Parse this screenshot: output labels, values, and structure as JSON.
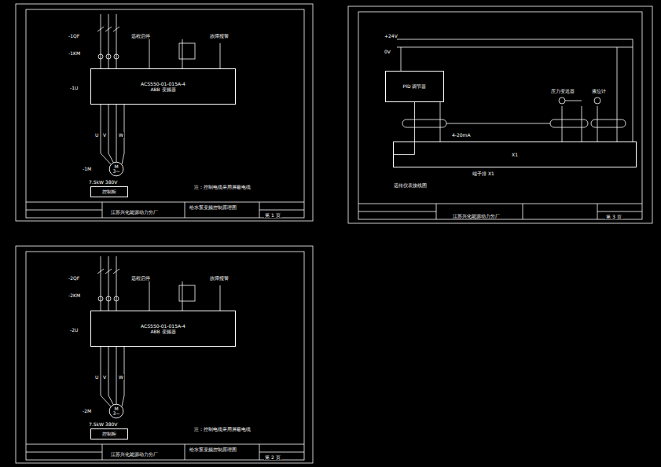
{
  "diagram": {
    "nodes": [
      {
        "text": [
          "ACS550-01-015A-4",
          "ABB 变频器"
        ]
      },
      {
        "text": [
          "M",
          "3~"
        ]
      },
      {
        "text": [
          "控制柜"
        ]
      },
      {
        "text": [
          "ACS550-01-015A-4",
          "ABB 变频器"
        ]
      },
      {
        "text": [
          "M",
          "3~"
        ]
      },
      {
        "text": [
          "控制柜"
        ]
      },
      {
        "text": [
          "PID 调节器"
        ]
      },
      {
        "text": [
          "X1"
        ]
      }
    ],
    "edges": [
      {
        "from": 0,
        "to": 1,
        "arrow": "none"
      },
      {
        "from": 3,
        "to": 4,
        "arrow": "none"
      },
      {
        "from": 6,
        "to": 7,
        "arrow": "none"
      }
    ],
    "labels": [
      "-1QF",
      "-1KM",
      "-1U",
      "U",
      "V",
      "W",
      "-1M",
      "7.5kW 380V",
      "远程启停",
      "故障报警",
      "注：控制电缆采用屏蔽电缆",
      "江苏兴化能源动力分厂",
      "给水泵变频控制原理图",
      "第 1 页",
      "-2QF",
      "-2KM",
      "-2U",
      "U",
      "V",
      "W",
      "-2M",
      "7.5kW 380V",
      "远程启停",
      "故障报警",
      "注：控制电缆采用屏蔽电缆",
      "江苏兴化能源动力分厂",
      "给水泵变频控制原理图",
      "第 2 页",
      "+24V",
      "0V",
      "4-20mA",
      "压力变送器",
      "液位计",
      "端子排 X1",
      "远传仪表接线图",
      "江苏兴化能源动力分厂",
      "第 3 页"
    ]
  }
}
